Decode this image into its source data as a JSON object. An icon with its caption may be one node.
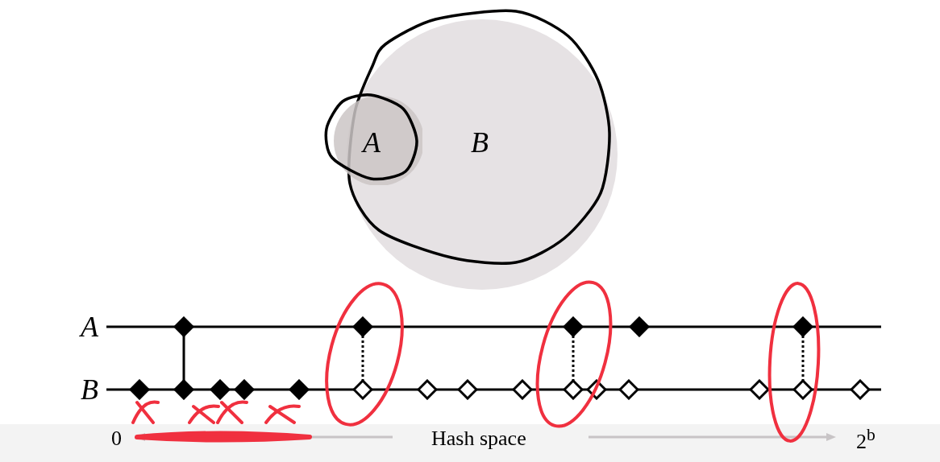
{
  "diagram": {
    "nodes": [
      {
        "text": [
          "A"
        ]
      },
      {
        "text": [
          "B"
        ]
      },
      {
        "text": [],
        "shape": "diamond"
      },
      {
        "text": [],
        "shape": "diamond"
      },
      {
        "text": [],
        "shape": "diamond"
      },
      {
        "text": [],
        "shape": "diamond"
      },
      {
        "text": [],
        "shape": "diamond"
      },
      {
        "text": [],
        "shape": "diamond"
      },
      {
        "text": [],
        "shape": "diamond"
      },
      {
        "text": [],
        "shape": "diamond"
      },
      {
        "text": [],
        "shape": "diamond"
      },
      {
        "text": [],
        "shape": "diamond"
      },
      {
        "text": [],
        "shape": "diamond"
      },
      {
        "text": [],
        "shape": "diamond"
      },
      {
        "text": [],
        "shape": "diamond"
      },
      {
        "text": [],
        "shape": "diamond"
      },
      {
        "text": [],
        "shape": "diamond"
      },
      {
        "text": [],
        "shape": "diamond"
      },
      {
        "text": [],
        "shape": "diamond"
      },
      {
        "text": [],
        "shape": "diamond"
      },
      {
        "text": [],
        "shape": "diamond"
      },
      {
        "text": [],
        "shape": "diamond"
      }
    ],
    "edges": [
      {
        "from": 2,
        "to": 8,
        "arrow": "none"
      },
      {
        "from": 3,
        "to": 12,
        "arrow": "none",
        "style": "dashed"
      },
      {
        "from": 4,
        "to": 16,
        "arrow": "none",
        "style": "dashed"
      },
      {
        "from": 6,
        "to": 20,
        "arrow": "none",
        "style": "dashed"
      }
    ],
    "labels": [
      "A",
      "B",
      "0",
      "Hash space",
      "2$^{b}$"
    ]
  }
}
